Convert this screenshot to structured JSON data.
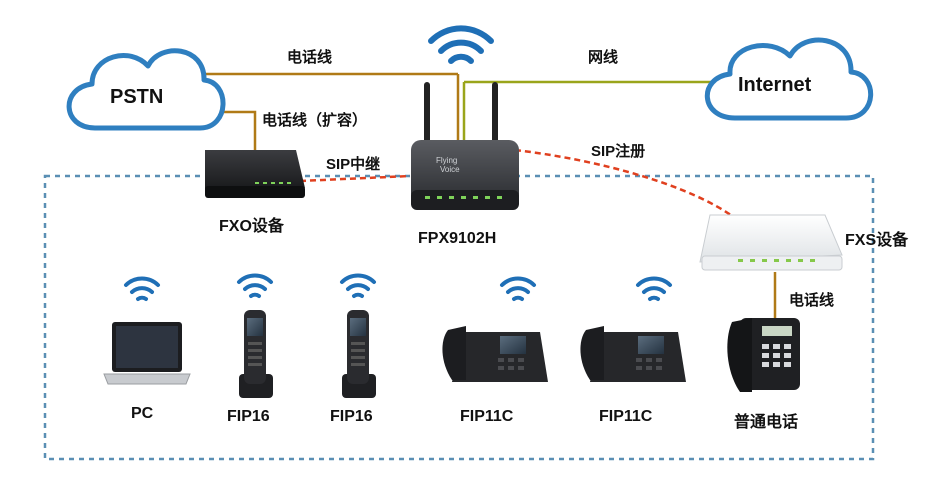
{
  "clouds": {
    "pstn": "PSTN",
    "internet": "Internet"
  },
  "links": {
    "phone_line_top": "电话线",
    "network_line": "网线",
    "phone_line_expand": "电话线（扩容）",
    "sip_trunk": "SIP中继",
    "sip_register": "SIP注册",
    "phone_line_fxs": "电话线"
  },
  "devices": {
    "fxo": "FXO设备",
    "gateway": "FPX9102H",
    "gateway_brand_line1": "Flying",
    "gateway_brand_line2": "Voice",
    "fxs": "FXS设备"
  },
  "terminals": [
    {
      "label": "PC",
      "icon": "laptop-icon"
    },
    {
      "label": "FIP16",
      "icon": "cordless-phone-icon"
    },
    {
      "label": "FIP16",
      "icon": "cordless-phone-icon"
    },
    {
      "label": "FIP11C",
      "icon": "desk-phone-icon"
    },
    {
      "label": "FIP11C",
      "icon": "desk-phone-icon"
    },
    {
      "label": "普通电话",
      "icon": "analog-phone-icon"
    }
  ],
  "colors": {
    "phone_line": "#b07a17",
    "network_line": "#9aa51b",
    "sip_dash": "#e0401f",
    "lan_border": "#5a8fb4",
    "wifi": "#1f6fb6",
    "cloud_stroke": "#2f7fc0"
  }
}
